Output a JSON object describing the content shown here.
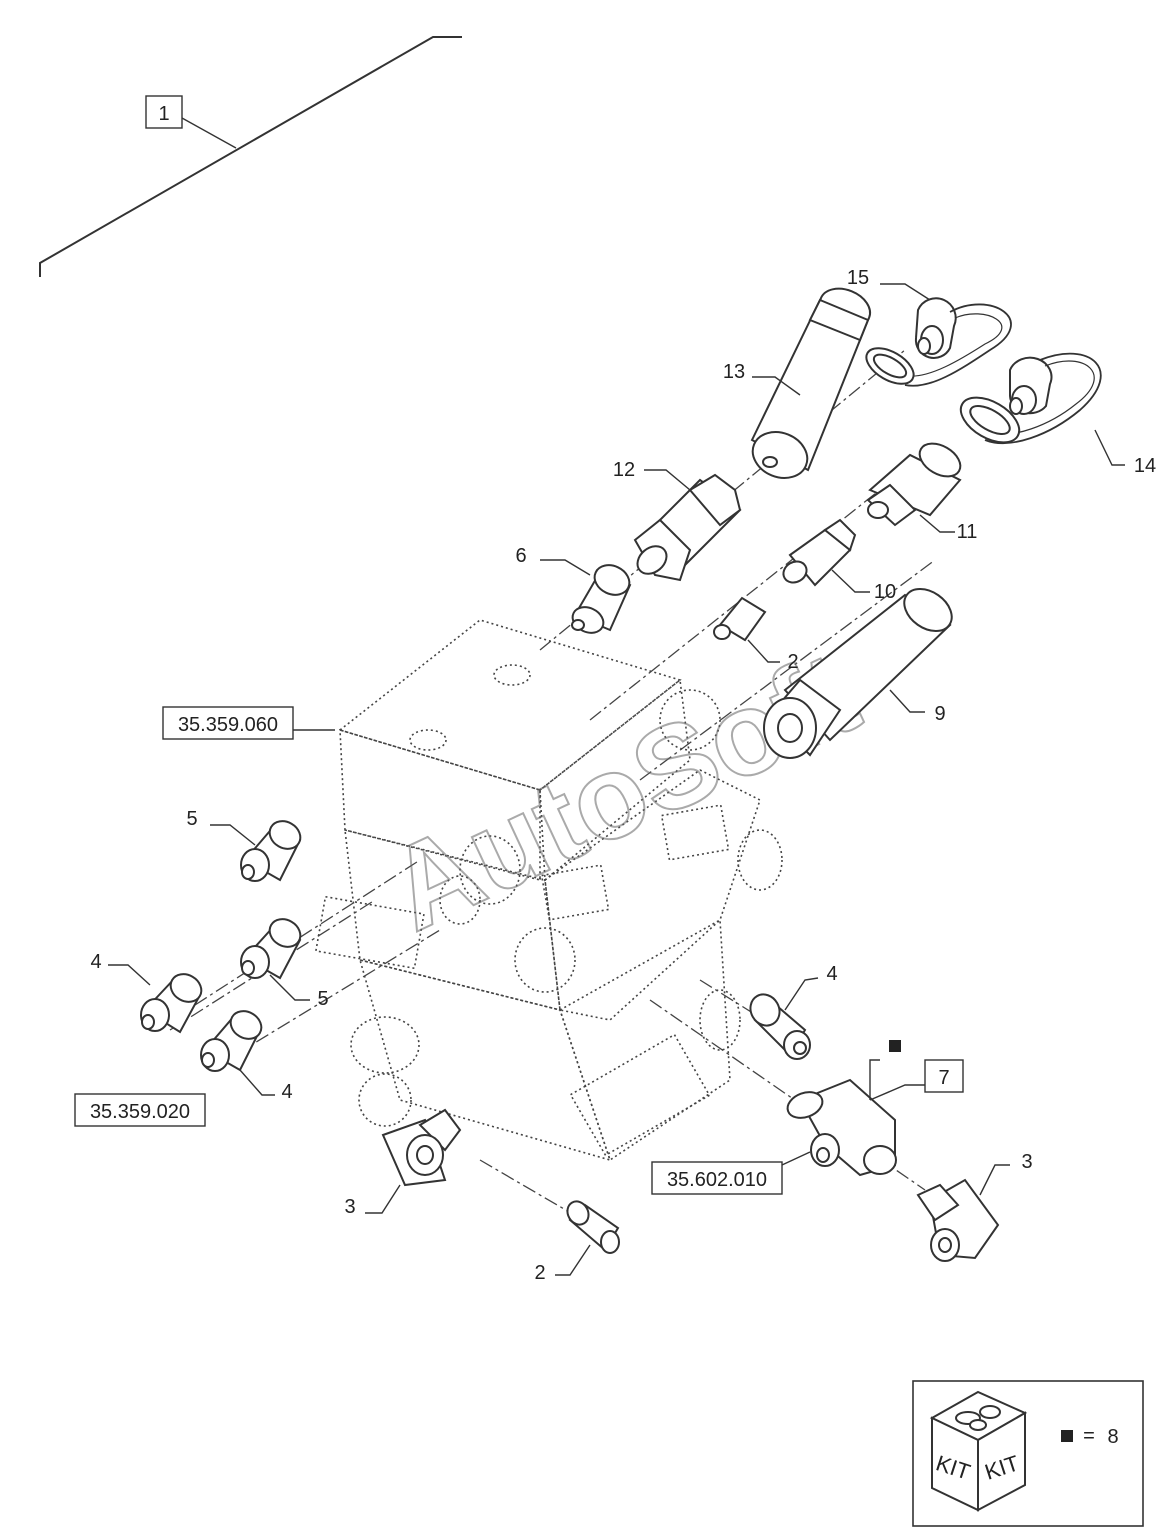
{
  "callouts": {
    "c1": "1",
    "c15": "15",
    "c13": "13",
    "c12": "12",
    "c14": "14",
    "c6": "6",
    "c11": "11",
    "c10": "10",
    "c2a": "2",
    "c9": "9",
    "c5a": "5",
    "c5b": "5",
    "c4a": "4",
    "c4b": "4",
    "c4c": "4",
    "c7": "7",
    "c3a": "3",
    "c3b": "3",
    "c2b": "2"
  },
  "refs": {
    "r060": "35.359.060",
    "r020": "35.359.020",
    "r010": "35.602.010"
  },
  "kit": {
    "word_left": "KIT",
    "word_right": "KIT",
    "eq": "=",
    "qty": "8",
    "badge_note": "8"
  },
  "watermark": "AutoSoft"
}
